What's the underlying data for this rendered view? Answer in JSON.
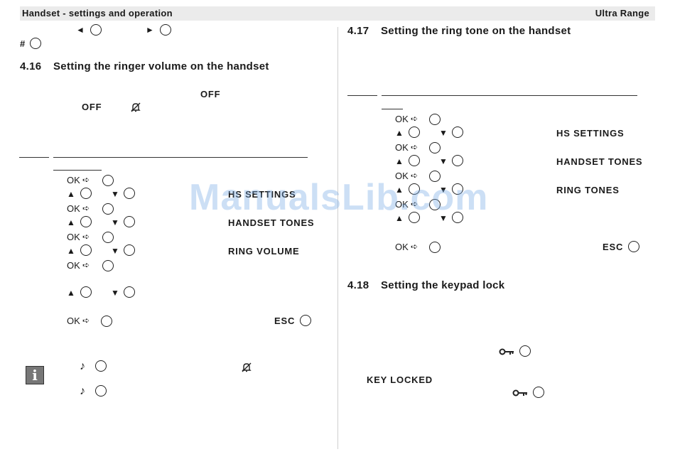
{
  "header": {
    "left": "Handset - settings and operation",
    "right": "Ultra Range"
  },
  "left": {
    "top_hash": "#",
    "section_416": {
      "number": "4.16",
      "title": "Setting the ringer volume on the handset"
    },
    "off_label": "OFF",
    "steps": {
      "ok": "OK",
      "hs_settings": "HS SETTINGS",
      "handset_tones": "HANDSET TONES",
      "ring_volume": "RING VOLUME",
      "esc": "ESC"
    }
  },
  "right": {
    "section_417": {
      "number": "4.17",
      "title": "Setting the ring tone on the handset"
    },
    "steps": {
      "ok": "OK",
      "hs_settings": "HS SETTINGS",
      "handset_tones": "HANDSET TONES",
      "ring_tones": "RING TONES",
      "esc": "ESC"
    },
    "section_418": {
      "number": "4.18",
      "title": "Setting the keypad lock"
    },
    "key_locked": "KEY LOCKED"
  },
  "watermark": "ManualsLib.com",
  "icons": {
    "arrow_left": "◄",
    "arrow_right": "►",
    "arrow_up": "▲",
    "arrow_down": "▼",
    "info": "i",
    "note": "♪"
  }
}
